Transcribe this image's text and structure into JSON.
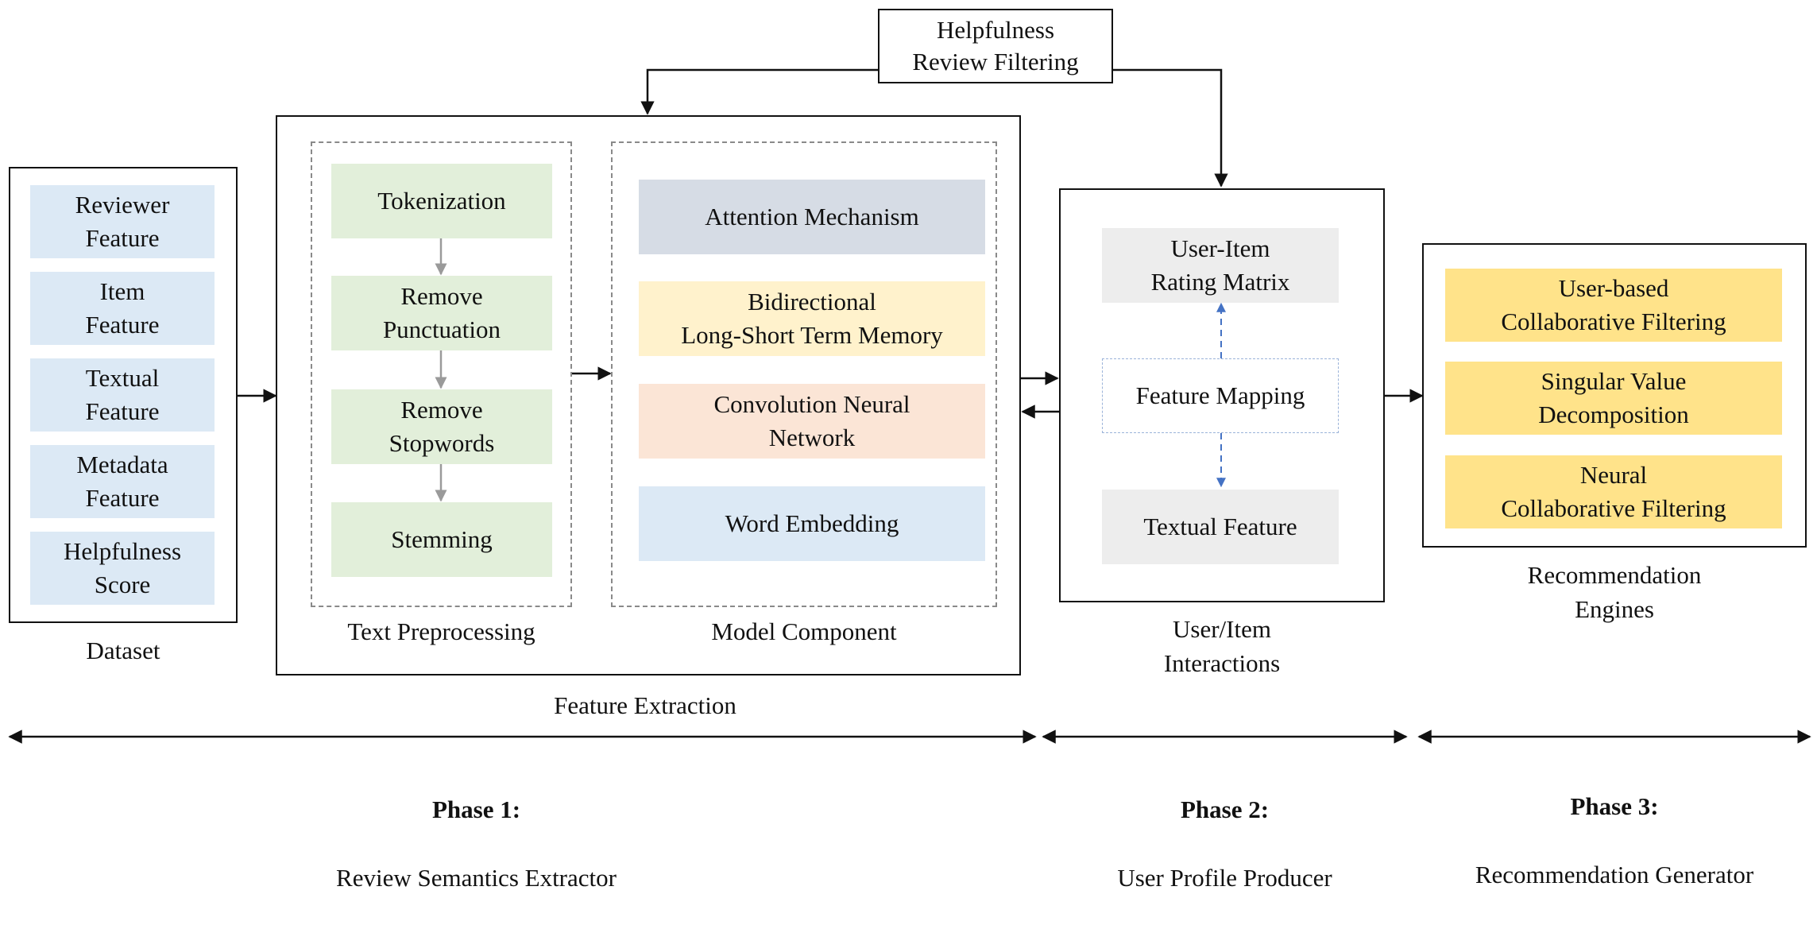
{
  "dataset": {
    "label": "Dataset",
    "items": [
      "Reviewer\nFeature",
      "Item\nFeature",
      "Textual\nFeature",
      "Metadata\nFeature",
      "Helpfulness\nScore"
    ]
  },
  "filter": {
    "label": "Helpfulness\nReview Filtering"
  },
  "feature_extraction": {
    "label": "Feature Extraction",
    "text_preprocessing": {
      "label": "Text Preprocessing",
      "steps": [
        "Tokenization",
        "Remove\nPunctuation",
        "Remove\nStopwords",
        "Stemming"
      ]
    },
    "model_component": {
      "label": "Model Component",
      "layers": [
        "Attention Mechanism",
        "Bidirectional\nLong-Short Term Memory",
        "Convolution Neural\nNetwork",
        "Word Embedding"
      ]
    }
  },
  "interactions": {
    "label": "User/Item\nInteractions",
    "matrix": "User-Item\nRating Matrix",
    "mapping": "Feature Mapping",
    "textual": "Textual Feature"
  },
  "engines": {
    "label": "Recommendation\nEngines",
    "items": [
      "User-based\nCollaborative Filtering",
      "Singular Value\nDecomposition",
      "Neural\nCollaborative Filtering"
    ]
  },
  "phases": [
    {
      "title": "Phase 1:",
      "subtitle": "Review Semantics Extractor"
    },
    {
      "title": "Phase 2:",
      "subtitle": "User Profile Producer"
    },
    {
      "title": "Phase 3:",
      "subtitle": "Recommendation Generator"
    }
  ],
  "colors": {
    "dataset_fill": "#dce9f5",
    "preprocess_fill": "#e2efda",
    "attention_fill": "#d6dce5",
    "bilstm_fill": "#fff2cc",
    "cnn_fill": "#fbe5d6",
    "embedding_fill": "#dce9f5",
    "interaction_fill": "#ededed",
    "engine_fill": "#ffe38a",
    "dashed_arrow": "#4472c4"
  }
}
